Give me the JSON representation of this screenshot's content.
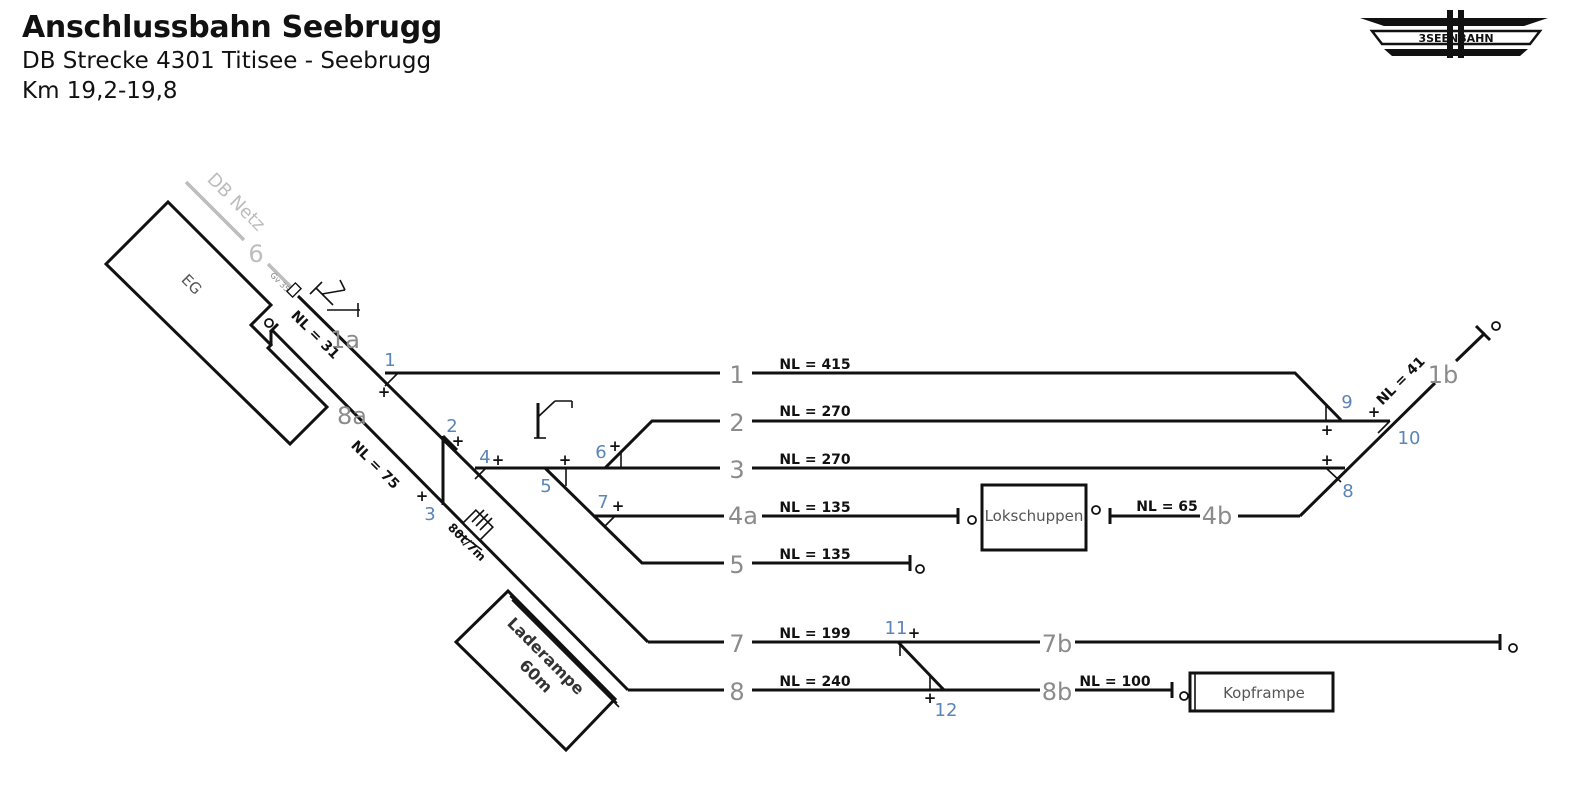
{
  "header": {
    "title": "Anschlussbahn Seebrugg",
    "line1": "DB Strecke 4301 Titisee - Seebrugg",
    "line2": "Km 19,2-19,8"
  },
  "logo": {
    "text": "3SEENBAHN"
  },
  "buildings": {
    "eg": "EG",
    "laderampe_1": "Laderampe",
    "laderampe_2": "60m",
    "lokschuppen": "Lokschuppen",
    "kopframpe": "Kopframpe"
  },
  "db_netz": {
    "label": "DB Netz",
    "track": "6",
    "marker": "Gv 35"
  },
  "tracks": {
    "t1a": "1a",
    "t8a": "8a",
    "t1": "1",
    "t2": "2",
    "t3": "3",
    "t4a": "4a",
    "t4b": "4b",
    "t5": "5",
    "t7": "7",
    "t7b": "7b",
    "t8": "8",
    "t8b": "8b",
    "t1b": "1b"
  },
  "lengths": {
    "nl31": "NL = 31",
    "nl75": "NL = 75",
    "nl415": "NL = 415",
    "nl270a": "NL = 270",
    "nl270b": "NL = 270",
    "nl135a": "NL = 135",
    "nl65": "NL = 65",
    "nl135b": "NL = 135",
    "nl199": "NL = 199",
    "nl240": "NL = 240",
    "nl100": "NL = 100",
    "nl41": "NL = 41"
  },
  "switches": [
    "1",
    "2",
    "3",
    "4",
    "5",
    "6",
    "7",
    "8",
    "9",
    "10",
    "11",
    "12"
  ],
  "plus": "+",
  "scale": {
    "label": "80t/7m"
  },
  "colors": {
    "track": "#111111",
    "switch_label": "#5b84b8",
    "track_label": "#8b8b8b",
    "db_netz": "#bdbdbd"
  }
}
